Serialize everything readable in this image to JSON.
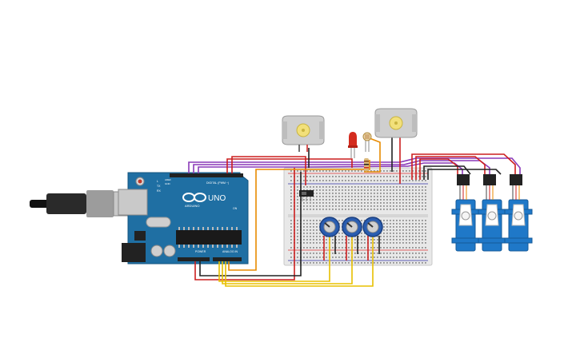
{
  "board": {
    "model": "UNO",
    "brand": "ARDUINO",
    "digital_header": "DIGITAL (PWM ~)",
    "analog_header": "ANALOG IN",
    "power_header": "POWER",
    "tx_label": "TX",
    "rx_label": "RX",
    "l_label": "L",
    "on_label": "ON",
    "aref_label": "AREF",
    "gnd_label": "GND"
  },
  "components": {
    "motors": 2,
    "servos": 3,
    "potentiometers": 3,
    "led_color": "#d42b1e",
    "photoresistor": 1,
    "slide_switch": 1
  },
  "colors": {
    "board": "#1f6fa3",
    "wire_red": "#cc1f1f",
    "wire_black": "#222222",
    "wire_purple": "#8a3ab8",
    "wire_orange": "#e88a00",
    "wire_yellow": "#e8c000",
    "servo_body": "#1f78c8",
    "pot_knob": "#2a5db0"
  }
}
